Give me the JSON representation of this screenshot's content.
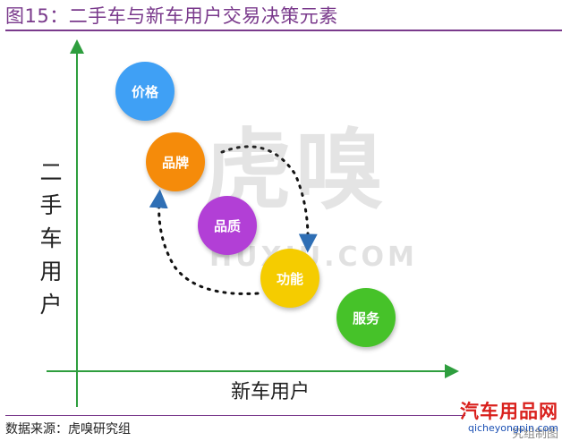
{
  "title": "图15：二手车与新车用户交易决策元素",
  "y_axis_label": [
    "二",
    "手",
    "车",
    "用",
    "户"
  ],
  "x_axis_label": "新车用户",
  "bubbles": [
    {
      "label": "价格",
      "color": "#3fa0f5"
    },
    {
      "label": "品牌",
      "color": "#f58b0a"
    },
    {
      "label": "品质",
      "color": "#b23fd6"
    },
    {
      "label": "功能",
      "color": "#f5cc00"
    },
    {
      "label": "服务",
      "color": "#46c229"
    }
  ],
  "watermark": {
    "cn": "虎嗅",
    "en": "HUXIU.COM"
  },
  "source": "数据来源：虎嗅研究组",
  "brand": {
    "name": "汽车用品网",
    "url": "qicheyongpin.com",
    "tail": "究组制图"
  },
  "colors": {
    "title": "#7a3a8c",
    "axis": "#2e9e3e",
    "arrow": "#2f6fb5"
  }
}
